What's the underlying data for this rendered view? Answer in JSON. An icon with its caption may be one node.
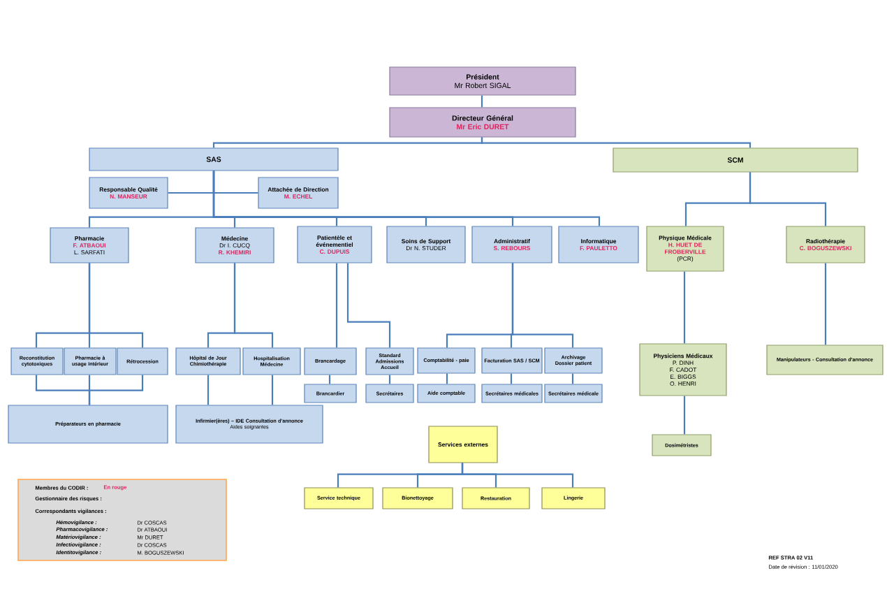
{
  "diagram": {
    "nodes": [
      {
        "text": [
          "Président",
          "Mr Robert SIGAL"
        ]
      },
      {
        "text": [
          "Directeur Général",
          "Mr Eric DURET"
        ]
      },
      {
        "text": [
          "SAS"
        ]
      },
      {
        "text": [
          "Responsable Qualité",
          "N. MANSEUR"
        ]
      },
      {
        "text": [
          "Attachée de Direction",
          "M. ECHEL"
        ]
      },
      {
        "text": [
          "Pharmacie",
          "F. ATBAOUI",
          "L. SARFATI"
        ]
      },
      {
        "text": [
          "Médecine",
          "Dr I. CUCQ",
          "R. KHEMIRI"
        ]
      },
      {
        "text": [
          "Patientèle et événementiel",
          "C. DUPUIS"
        ]
      },
      {
        "text": [
          "Soins de Support",
          "Dr N. STUDER"
        ]
      },
      {
        "text": [
          "Administratif",
          "S. REBOURS"
        ]
      },
      {
        "text": [
          "Informatique",
          "F. PAULETTO"
        ]
      },
      {
        "text": [
          "SCM"
        ]
      },
      {
        "text": [
          "Physique Médicale",
          "H. HUET DE FROBERVILLE",
          "(PCR)"
        ]
      },
      {
        "text": [
          "Radiothérapie",
          "C. BOGUSZEWSKI"
        ]
      },
      {
        "text": [
          "Reconstitution cytotoxiques"
        ]
      },
      {
        "text": [
          "Pharmacie à usage intérieur"
        ]
      },
      {
        "text": [
          "Rétrocession"
        ]
      },
      {
        "text": [
          "Préparateurs en pharmacie"
        ]
      },
      {
        "text": [
          "Hôpital de Jour Chimiothérapie"
        ]
      },
      {
        "text": [
          "Hospitalisation Médecine"
        ]
      },
      {
        "text": [
          "Infirmier(ères) – IDE Consultation d'annonce",
          "Aides soignantes"
        ]
      },
      {
        "text": [
          "Brancardage"
        ]
      },
      {
        "text": [
          "Brancardier"
        ]
      },
      {
        "text": [
          "Standard Admissions Accueil"
        ]
      },
      {
        "text": [
          "Secrétaires"
        ]
      },
      {
        "text": [
          "Comptabilité - paie"
        ]
      },
      {
        "text": [
          "Aide comptable"
        ]
      },
      {
        "text": [
          "Facturation SAS / SCM"
        ]
      },
      {
        "text": [
          "Secrétaires médicales"
        ]
      },
      {
        "text": [
          "Archivage Dossier patient"
        ]
      },
      {
        "text": [
          "Secrétaires médicale"
        ]
      },
      {
        "text": [
          "Physiciens Médicaux",
          "P. DINH",
          "F. CADOT",
          "E. BIGGS",
          "O. HENRI"
        ]
      },
      {
        "text": [
          "Manipulateurs - Consultation d'annonce"
        ]
      },
      {
        "text": [
          "Dosimétristes"
        ]
      },
      {
        "text": [
          "Services externes"
        ]
      },
      {
        "text": [
          "Service technique"
        ]
      },
      {
        "text": [
          "Bionettoyage"
        ]
      },
      {
        "text": [
          "Restauration"
        ]
      },
      {
        "text": [
          "Lingerie"
        ]
      }
    ],
    "edges": [
      {
        "from": 0,
        "to": 1,
        "arrow": "none"
      },
      {
        "from": 1,
        "to": 2,
        "arrow": "none"
      },
      {
        "from": 1,
        "to": 11,
        "arrow": "none"
      },
      {
        "from": 2,
        "to": 3,
        "arrow": "none"
      },
      {
        "from": 2,
        "to": 4,
        "arrow": "none"
      },
      {
        "from": 2,
        "to": 5,
        "arrow": "none"
      },
      {
        "from": 2,
        "to": 6,
        "arrow": "none"
      },
      {
        "from": 2,
        "to": 7,
        "arrow": "none"
      },
      {
        "from": 2,
        "to": 8,
        "arrow": "none"
      },
      {
        "from": 2,
        "to": 9,
        "arrow": "none"
      },
      {
        "from": 2,
        "to": 10,
        "arrow": "none"
      },
      {
        "from": 11,
        "to": 12,
        "arrow": "none"
      },
      {
        "from": 11,
        "to": 13,
        "arrow": "none"
      },
      {
        "from": 5,
        "to": 14,
        "arrow": "none"
      },
      {
        "from": 5,
        "to": 15,
        "arrow": "none"
      },
      {
        "from": 5,
        "to": 16,
        "arrow": "none"
      },
      {
        "from": 14,
        "to": 17,
        "arrow": "none"
      },
      {
        "from": 15,
        "to": 17,
        "arrow": "none"
      },
      {
        "from": 16,
        "to": 17,
        "arrow": "none"
      },
      {
        "from": 6,
        "to": 18,
        "arrow": "none"
      },
      {
        "from": 6,
        "to": 19,
        "arrow": "none"
      },
      {
        "from": 18,
        "to": 20,
        "arrow": "none"
      },
      {
        "from": 19,
        "to": 20,
        "arrow": "none"
      },
      {
        "from": 7,
        "to": 21,
        "arrow": "none"
      },
      {
        "from": 7,
        "to": 23,
        "arrow": "none"
      },
      {
        "from": 21,
        "to": 22,
        "arrow": "none"
      },
      {
        "from": 23,
        "to": 24,
        "arrow": "none"
      },
      {
        "from": 9,
        "to": 25,
        "arrow": "none"
      },
      {
        "from": 9,
        "to": 27,
        "arrow": "none"
      },
      {
        "from": 9,
        "to": 29,
        "arrow": "none"
      },
      {
        "from": 25,
        "to": 26,
        "arrow": "none"
      },
      {
        "from": 27,
        "to": 28,
        "arrow": "none"
      },
      {
        "from": 29,
        "to": 30,
        "arrow": "none"
      },
      {
        "from": 12,
        "to": 31,
        "arrow": "none"
      },
      {
        "from": 31,
        "to": 33,
        "arrow": "none"
      },
      {
        "from": 13,
        "to": 32,
        "arrow": "none"
      },
      {
        "from": 34,
        "to": 35,
        "arrow": "none"
      },
      {
        "from": 34,
        "to": 36,
        "arrow": "none"
      },
      {
        "from": 34,
        "to": 37,
        "arrow": "none"
      },
      {
        "from": 34,
        "to": 38,
        "arrow": "none"
      }
    ],
    "labels": [
      "Membres du CODIR :",
      "En rouge",
      "Gestionnaire des risques :",
      "Correspondants vigilances :",
      "Hémovigilance :",
      "Dr COSCAS",
      "Pharmacovigilance :",
      "Dr ATBAOUI",
      "Matériovigilance :",
      "Mr DURET",
      "Infectiovigilance :",
      "Dr COSCAS",
      "Identitovigilance :",
      "M. BOGUSZEWSKI",
      "REF STRA 02 V11",
      "Date de révision : 11/01/2020"
    ]
  }
}
